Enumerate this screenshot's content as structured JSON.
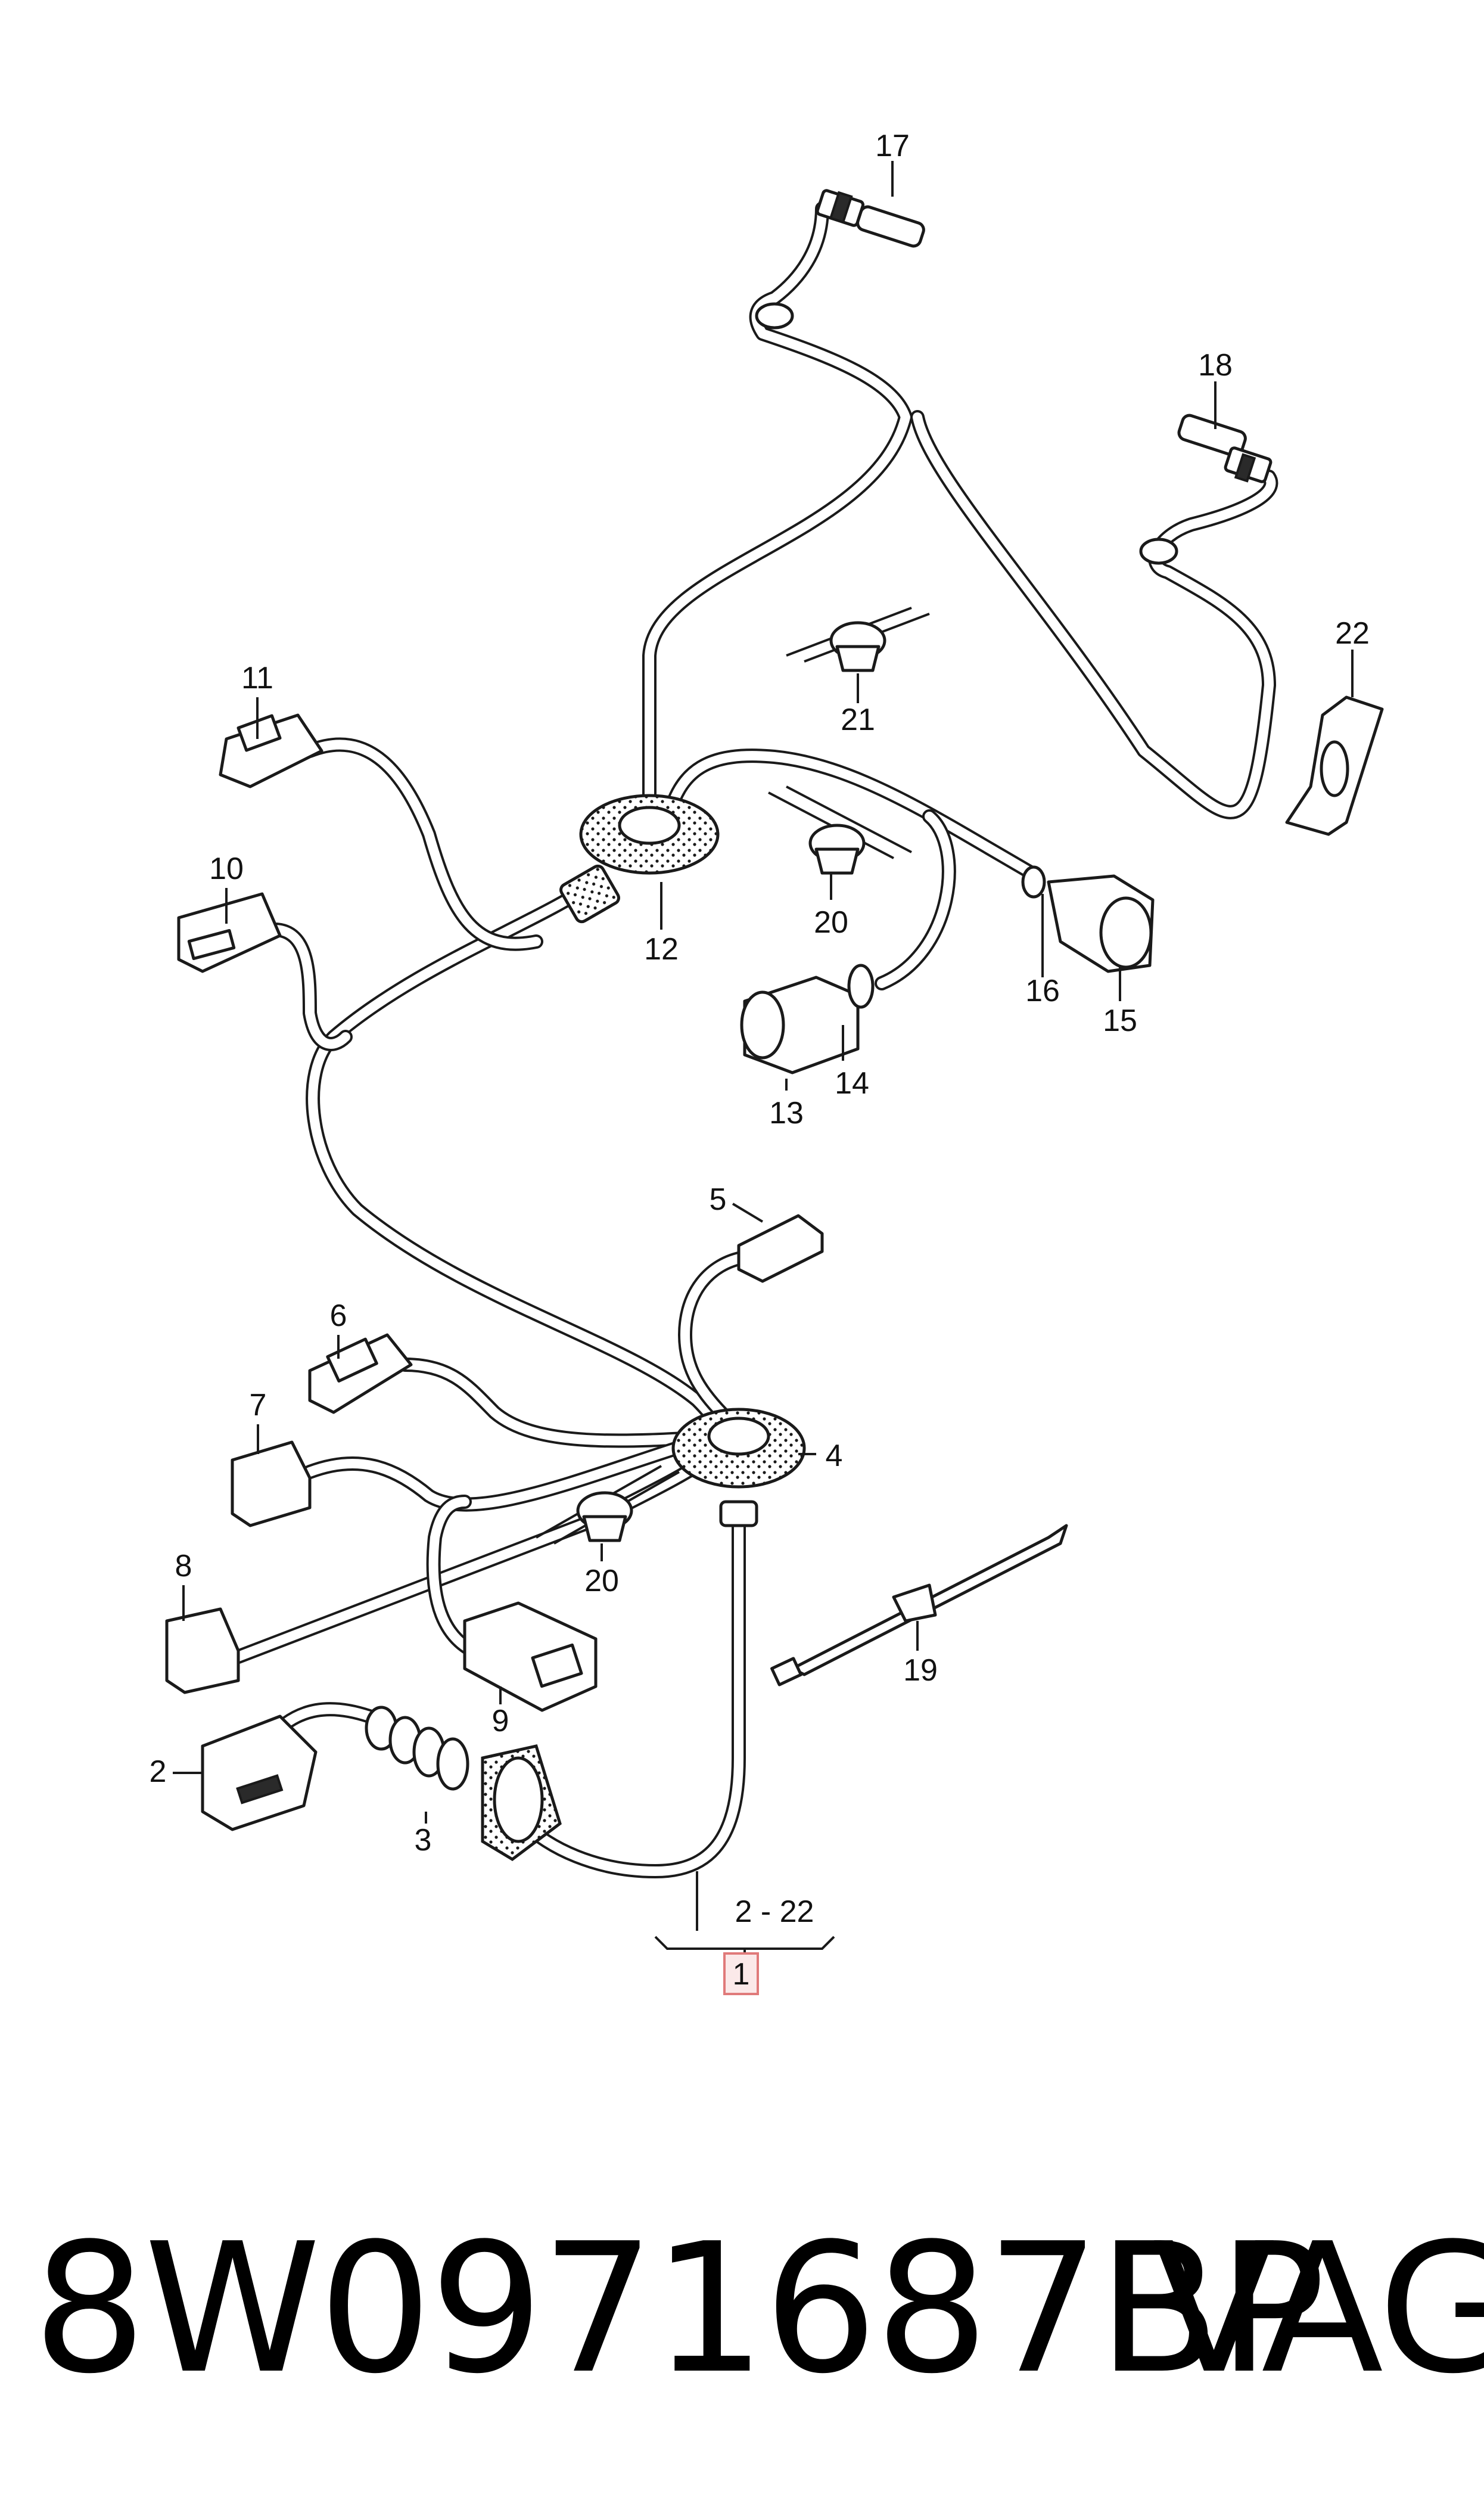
{
  "diagram": {
    "callouts": [
      "1",
      "2",
      "3",
      "4",
      "5",
      "6",
      "7",
      "8",
      "9",
      "10",
      "11",
      "12",
      "13",
      "14",
      "15",
      "16",
      "17",
      "18",
      "19",
      "20",
      "20",
      "21",
      "22"
    ],
    "range_label": "2 - 22",
    "main_item": "1",
    "colors": {
      "line": "#1a1a1a",
      "highlight_box": "#e07a7a",
      "background": "#ffffff"
    }
  },
  "footer": {
    "part_number": "8W0971687BP",
    "brand": "VAG"
  }
}
